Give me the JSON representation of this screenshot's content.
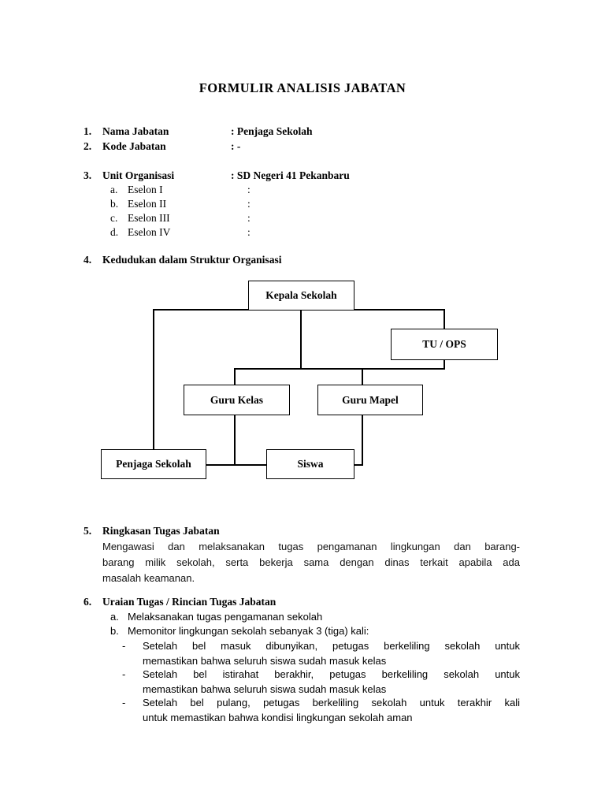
{
  "document": {
    "title": "FORMULIR ANALISIS JABATAN"
  },
  "fields": [
    {
      "num": "1.",
      "label": "Nama Jabatan",
      "sep": ": ",
      "value": "Penjaga Sekolah"
    },
    {
      "num": "2.",
      "label": "Kode Jabatan",
      "sep": ": ",
      "value": "-"
    },
    {
      "num": "3.",
      "label": "Unit Organisasi",
      "sep": ": ",
      "value": "SD Negeri 41 Pekanbaru"
    }
  ],
  "eselon": [
    {
      "letter": "a.",
      "label": "Eselon I",
      "sep": ":",
      "value": ""
    },
    {
      "letter": "b.",
      "label": "Eselon II",
      "sep": ":",
      "value": ""
    },
    {
      "letter": "c.",
      "label": "Eselon III",
      "sep": ":",
      "value": ""
    },
    {
      "letter": "d.",
      "label": "Eselon IV",
      "sep": ":",
      "value": ""
    }
  ],
  "section4": {
    "num": "4.",
    "heading": "Kedudukan dalam Struktur Organisasi"
  },
  "orgchart": {
    "type": "hierarchy",
    "nodes": [
      {
        "id": "kepala",
        "label": "Kepala Sekolah"
      },
      {
        "id": "tuops",
        "label": "TU / OPS"
      },
      {
        "id": "gkelas",
        "label": "Guru Kelas"
      },
      {
        "id": "gmapel",
        "label": "Guru Mapel"
      },
      {
        "id": "penjaga",
        "label": "Penjaga Sekolah"
      },
      {
        "id": "siswa",
        "label": "Siswa"
      }
    ],
    "border_color": "#000000"
  },
  "section5": {
    "num": "5.",
    "heading": "Ringkasan Tugas Jabatan",
    "line1": "Mengawasi dan melaksanakan tugas pengamanan lingkungan dan barang-",
    "line2": "barang milik sekolah, serta bekerja sama dengan dinas terkait apabila ada",
    "line3": "masalah keamanan."
  },
  "section6": {
    "num": "6.",
    "heading": "Uraian Tugas / Rincian Tugas Jabatan",
    "item_a": {
      "marker": "a.",
      "text": "Melaksanakan tugas pengamanan sekolah"
    },
    "item_b": {
      "marker": "b.",
      "text": "Memonitor lingkungan sekolah sebanyak 3 (tiga) kali:"
    },
    "dashes": [
      {
        "marker": "-",
        "line1": "Setelah bel masuk dibunyikan, petugas berkeliling sekolah untuk",
        "line2": "memastikan bahwa seluruh siswa sudah masuk kelas"
      },
      {
        "marker": "-",
        "line1": "Setelah bel istirahat berakhir, petugas berkeliling sekolah untuk",
        "line2": "memastikan bahwa seluruh siswa sudah masuk kelas"
      },
      {
        "marker": "-",
        "line1": "Setelah bel pulang, petugas berkeliling sekolah untuk terakhir kali",
        "line2": "untuk memastikan bahwa kondisi lingkungan sekolah aman"
      }
    ]
  }
}
